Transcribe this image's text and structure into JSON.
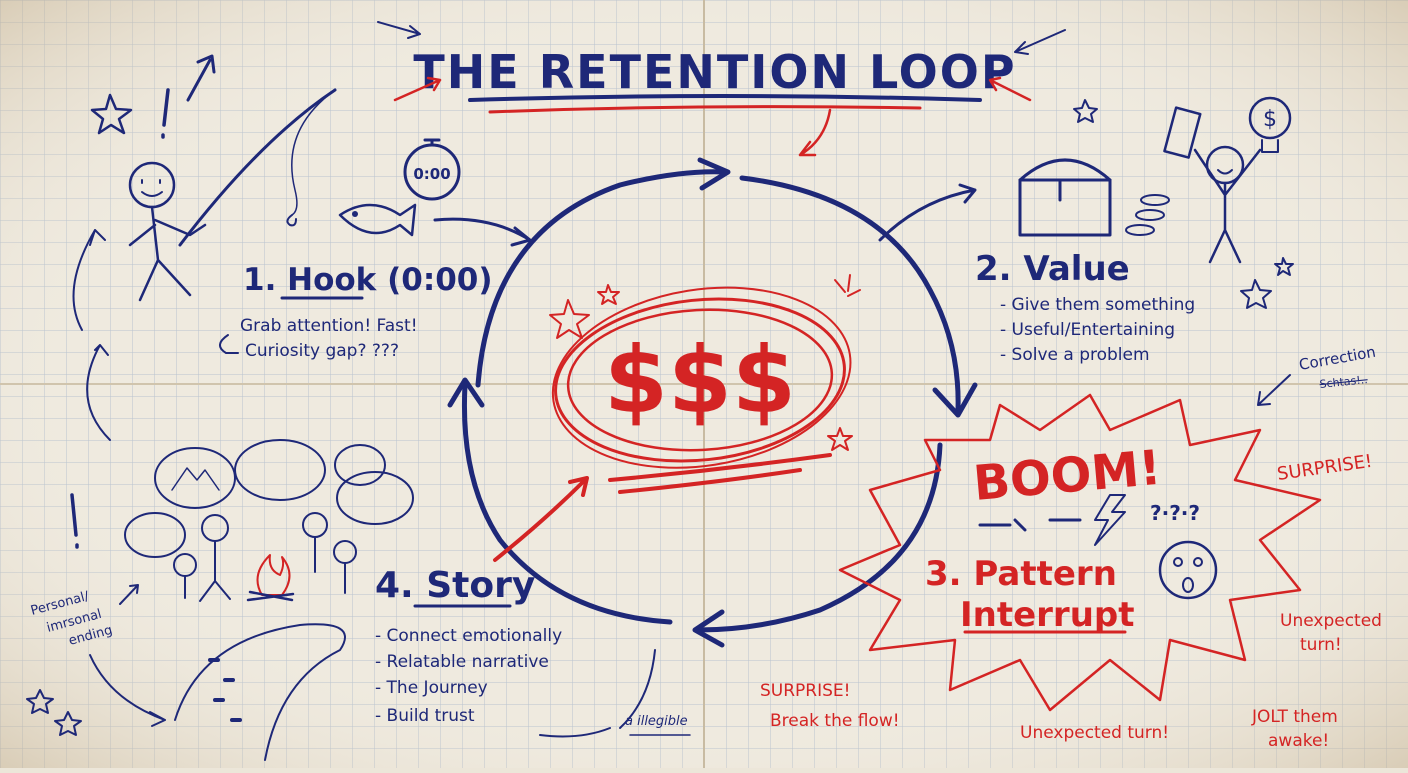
{
  "title": "THE RETENTION LOOP",
  "center_symbol": "$$$",
  "timer": "0:00",
  "hook": {
    "heading": "1. Hook (0:00)",
    "lines": [
      "Grab attention! Fast!",
      "Curiosity gap? ???"
    ]
  },
  "value": {
    "heading": "2. Value",
    "lines": [
      "- Give them something",
      "- Useful/Entertaining",
      "- Solve a problem"
    ]
  },
  "correction": {
    "label": "Correction",
    "scribble": "Schtas!.."
  },
  "pattern": {
    "boom": "BOOM!",
    "heading_line1": "3. Pattern",
    "heading_line2": "Interrupt",
    "surprise_right": "SURPRISE!",
    "unexpected_right_1": "Unexpected",
    "unexpected_right_2": "turn!",
    "surprise_left": "SURPRISE!",
    "break_flow": "Break the flow!",
    "unexpected_bottom": "Unexpected turn!",
    "jolt_1": "JOLT them",
    "jolt_2": "awake!"
  },
  "story": {
    "heading": "4. Story",
    "lines": [
      "- Connect emotionally",
      "- Relatable narrative",
      "- The Journey",
      "-  Build trust"
    ]
  },
  "side_note": {
    "line1": "Personal/",
    "line2": "imrsonal",
    "line3": "ending"
  },
  "signature": "a illegible",
  "colors": {
    "navy": "#1e2878",
    "red": "#d42424",
    "paper": "#ece6d9"
  }
}
